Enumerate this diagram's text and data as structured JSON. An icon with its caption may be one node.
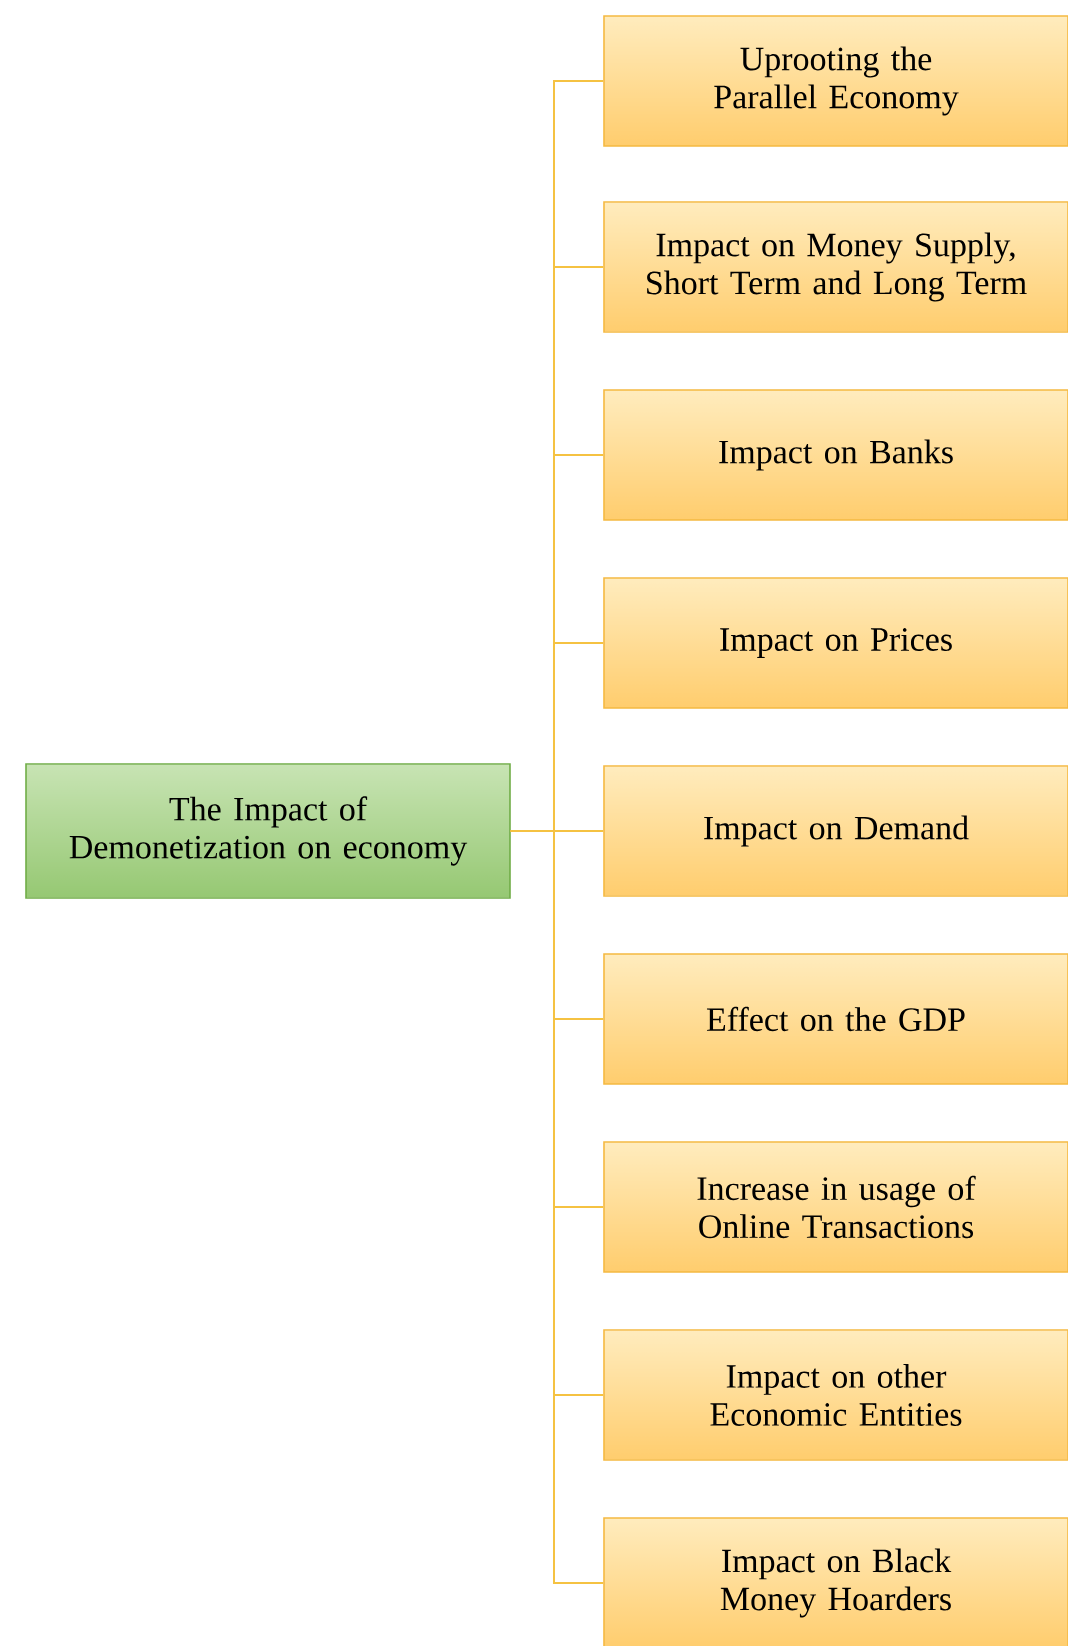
{
  "diagram": {
    "nodes": [
      {
        "text": [
          "The Impact of Demonetization on economy"
        ]
      },
      {
        "text": [
          "Uprooting the Parallel Economy"
        ]
      },
      {
        "text": [
          "Impact on Money Supply, Short Term and Long Term"
        ]
      },
      {
        "text": [
          "Impact on Banks"
        ]
      },
      {
        "text": [
          "Impact on Prices"
        ]
      },
      {
        "text": [
          "Impact on Demand"
        ]
      },
      {
        "text": [
          "Effect on the GDP"
        ]
      },
      {
        "text": [
          "Increase in usage of Online Transactions"
        ]
      },
      {
        "text": [
          "Impact on other Economic Entities"
        ]
      },
      {
        "text": [
          "Impact on Black Money Hoarders"
        ]
      }
    ],
    "edges": [
      {
        "from": 0,
        "to": 1,
        "arrow": "none"
      },
      {
        "from": 0,
        "to": 2,
        "arrow": "none"
      },
      {
        "from": 0,
        "to": 3,
        "arrow": "none"
      },
      {
        "from": 0,
        "to": 4,
        "arrow": "none"
      },
      {
        "from": 0,
        "to": 5,
        "arrow": "none"
      },
      {
        "from": 0,
        "to": 6,
        "arrow": "none"
      },
      {
        "from": 0,
        "to": 7,
        "arrow": "none"
      },
      {
        "from": 0,
        "to": 8,
        "arrow": "none"
      },
      {
        "from": 0,
        "to": 9,
        "arrow": "none"
      }
    ]
  }
}
